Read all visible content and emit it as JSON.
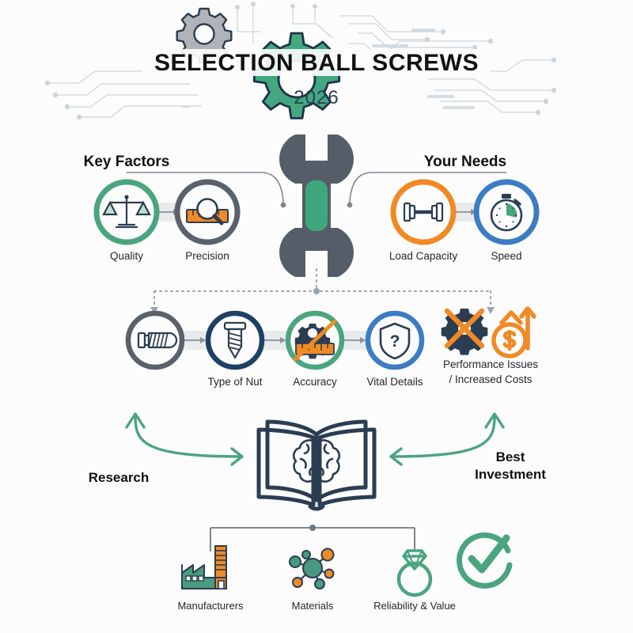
{
  "header": {
    "title": "SELECTION BALL SCREWS",
    "year": "2026",
    "gear_gray": "#b0b3b8",
    "gear_green": "#43a880",
    "circuit_color": "#c9d2d8"
  },
  "colors": {
    "green": "#4aa57f",
    "gray": "#5a616b",
    "orange": "#f08a24",
    "blue": "#3b7cc4",
    "navy": "#1f4066",
    "dark": "#2b3d52",
    "track": "#e9eaec",
    "connector": "#9aa3ab",
    "background": "#fcfcfc"
  },
  "center": {
    "wrench_icon": "wrench-icon",
    "wrench_body": "#555d68",
    "wrench_accent": "#3fa77d"
  },
  "groups": [
    {
      "heading": "Key Factors",
      "nodes": [
        {
          "label": "Quality",
          "icon": "balance-scale-icon",
          "ring": "#4aa57f"
        },
        {
          "label": "Precision",
          "icon": "magnifier-ruler-icon",
          "ring": "#5a616b"
        }
      ]
    },
    {
      "heading": "Your Needs",
      "nodes": [
        {
          "label": "Load Capacity",
          "icon": "dumbbell-icon",
          "ring": "#f08a24"
        },
        {
          "label": "Speed",
          "icon": "stopwatch-icon",
          "ring": "#3b7cc4"
        }
      ]
    }
  ],
  "middle_row": {
    "nodes": [
      {
        "label": "",
        "icon": "bolt-icon",
        "ring": "#5a616b"
      },
      {
        "label": "Type of Nut",
        "icon": "screw-icon",
        "ring": "#1f4066"
      },
      {
        "label": "Accuracy",
        "icon": "ruler-gear-blocked-icon",
        "ring": "#4aa57f"
      },
      {
        "label": "Vital Details",
        "icon": "shield-question-icon",
        "ring": "#3b7cc4"
      }
    ],
    "outcome": {
      "label_line1": "Performance Issues",
      "label_line2": "/ Increased Costs",
      "icons": [
        "gear-crossed-out-icon",
        "dollar-rising-cost-icon"
      ]
    }
  },
  "loop": {
    "center_icon": "book-brain-icon",
    "left_label": "Research",
    "right_label_line1": "Best",
    "right_label_line2": "Investment",
    "arrow_color": "#4aa57f"
  },
  "bottom": {
    "items": [
      {
        "label": "Manufacturers",
        "icon": "factory-icon"
      },
      {
        "label": "Materials",
        "icon": "molecule-network-icon"
      },
      {
        "label": "Reliability & Value",
        "icon": "diamond-ring-icon"
      }
    ],
    "check": {
      "icon": "check-circle-icon",
      "color": "#4aa57f"
    }
  }
}
